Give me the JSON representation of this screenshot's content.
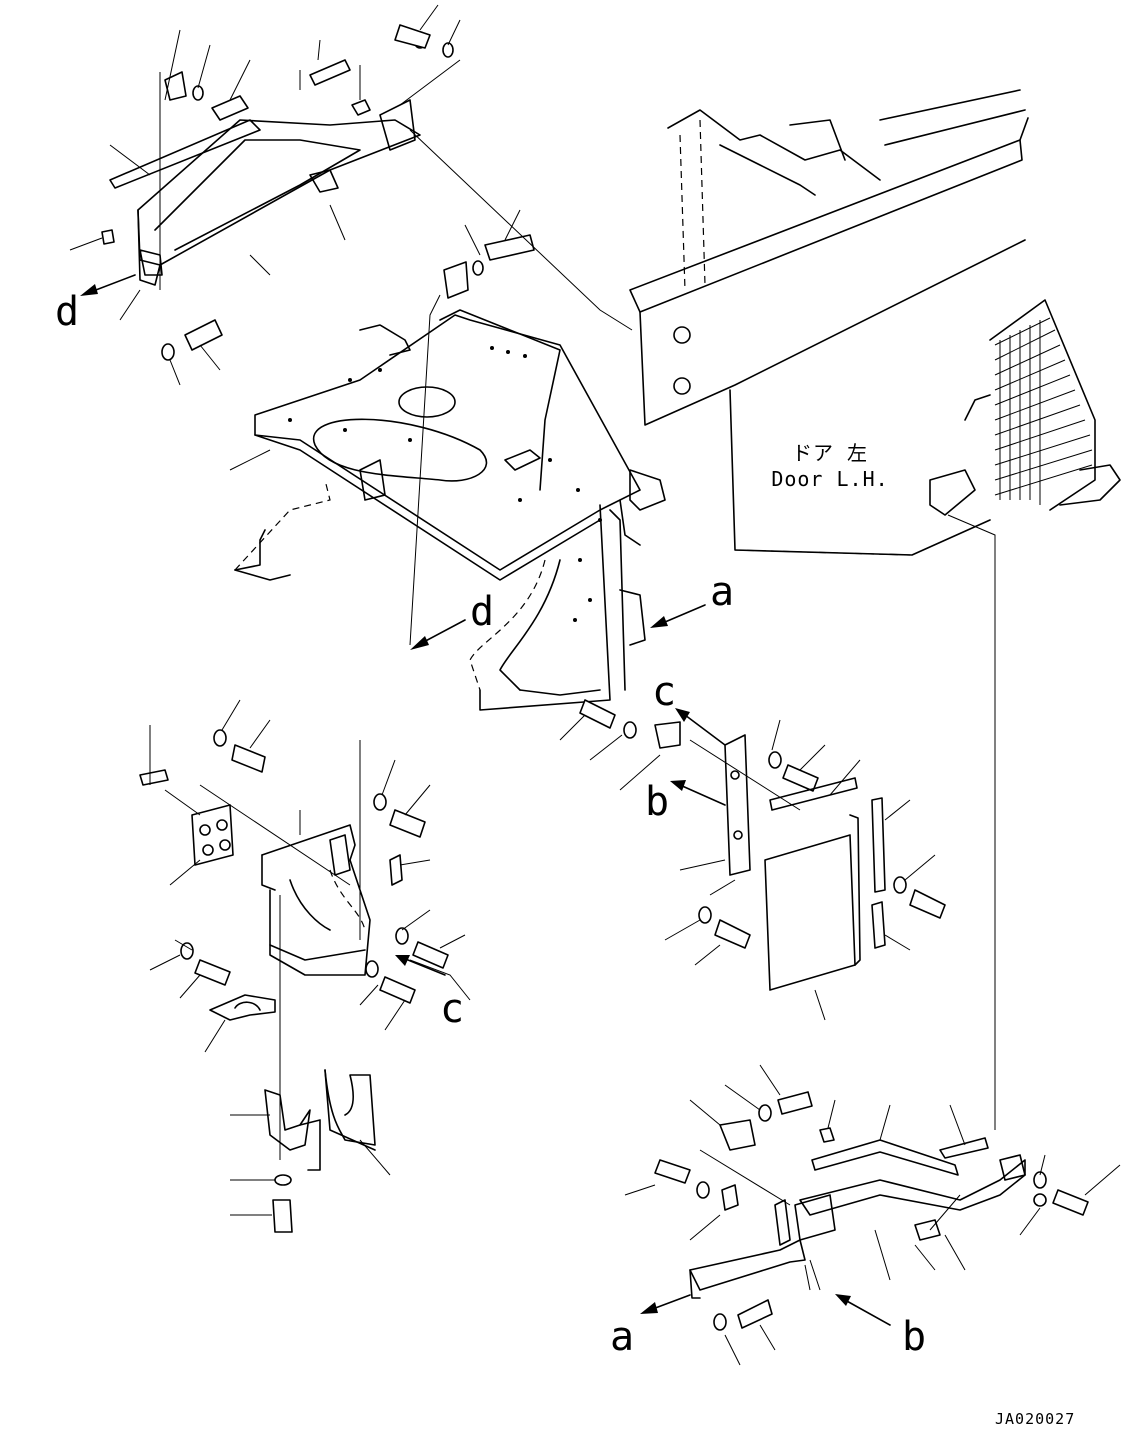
{
  "diagram": {
    "door_label_jp": "ドア 左",
    "door_label_en": "Door L.H.",
    "drawing_code": "JA020027",
    "callouts": {
      "a": "a",
      "b": "b",
      "c": "c",
      "d": "d"
    }
  }
}
